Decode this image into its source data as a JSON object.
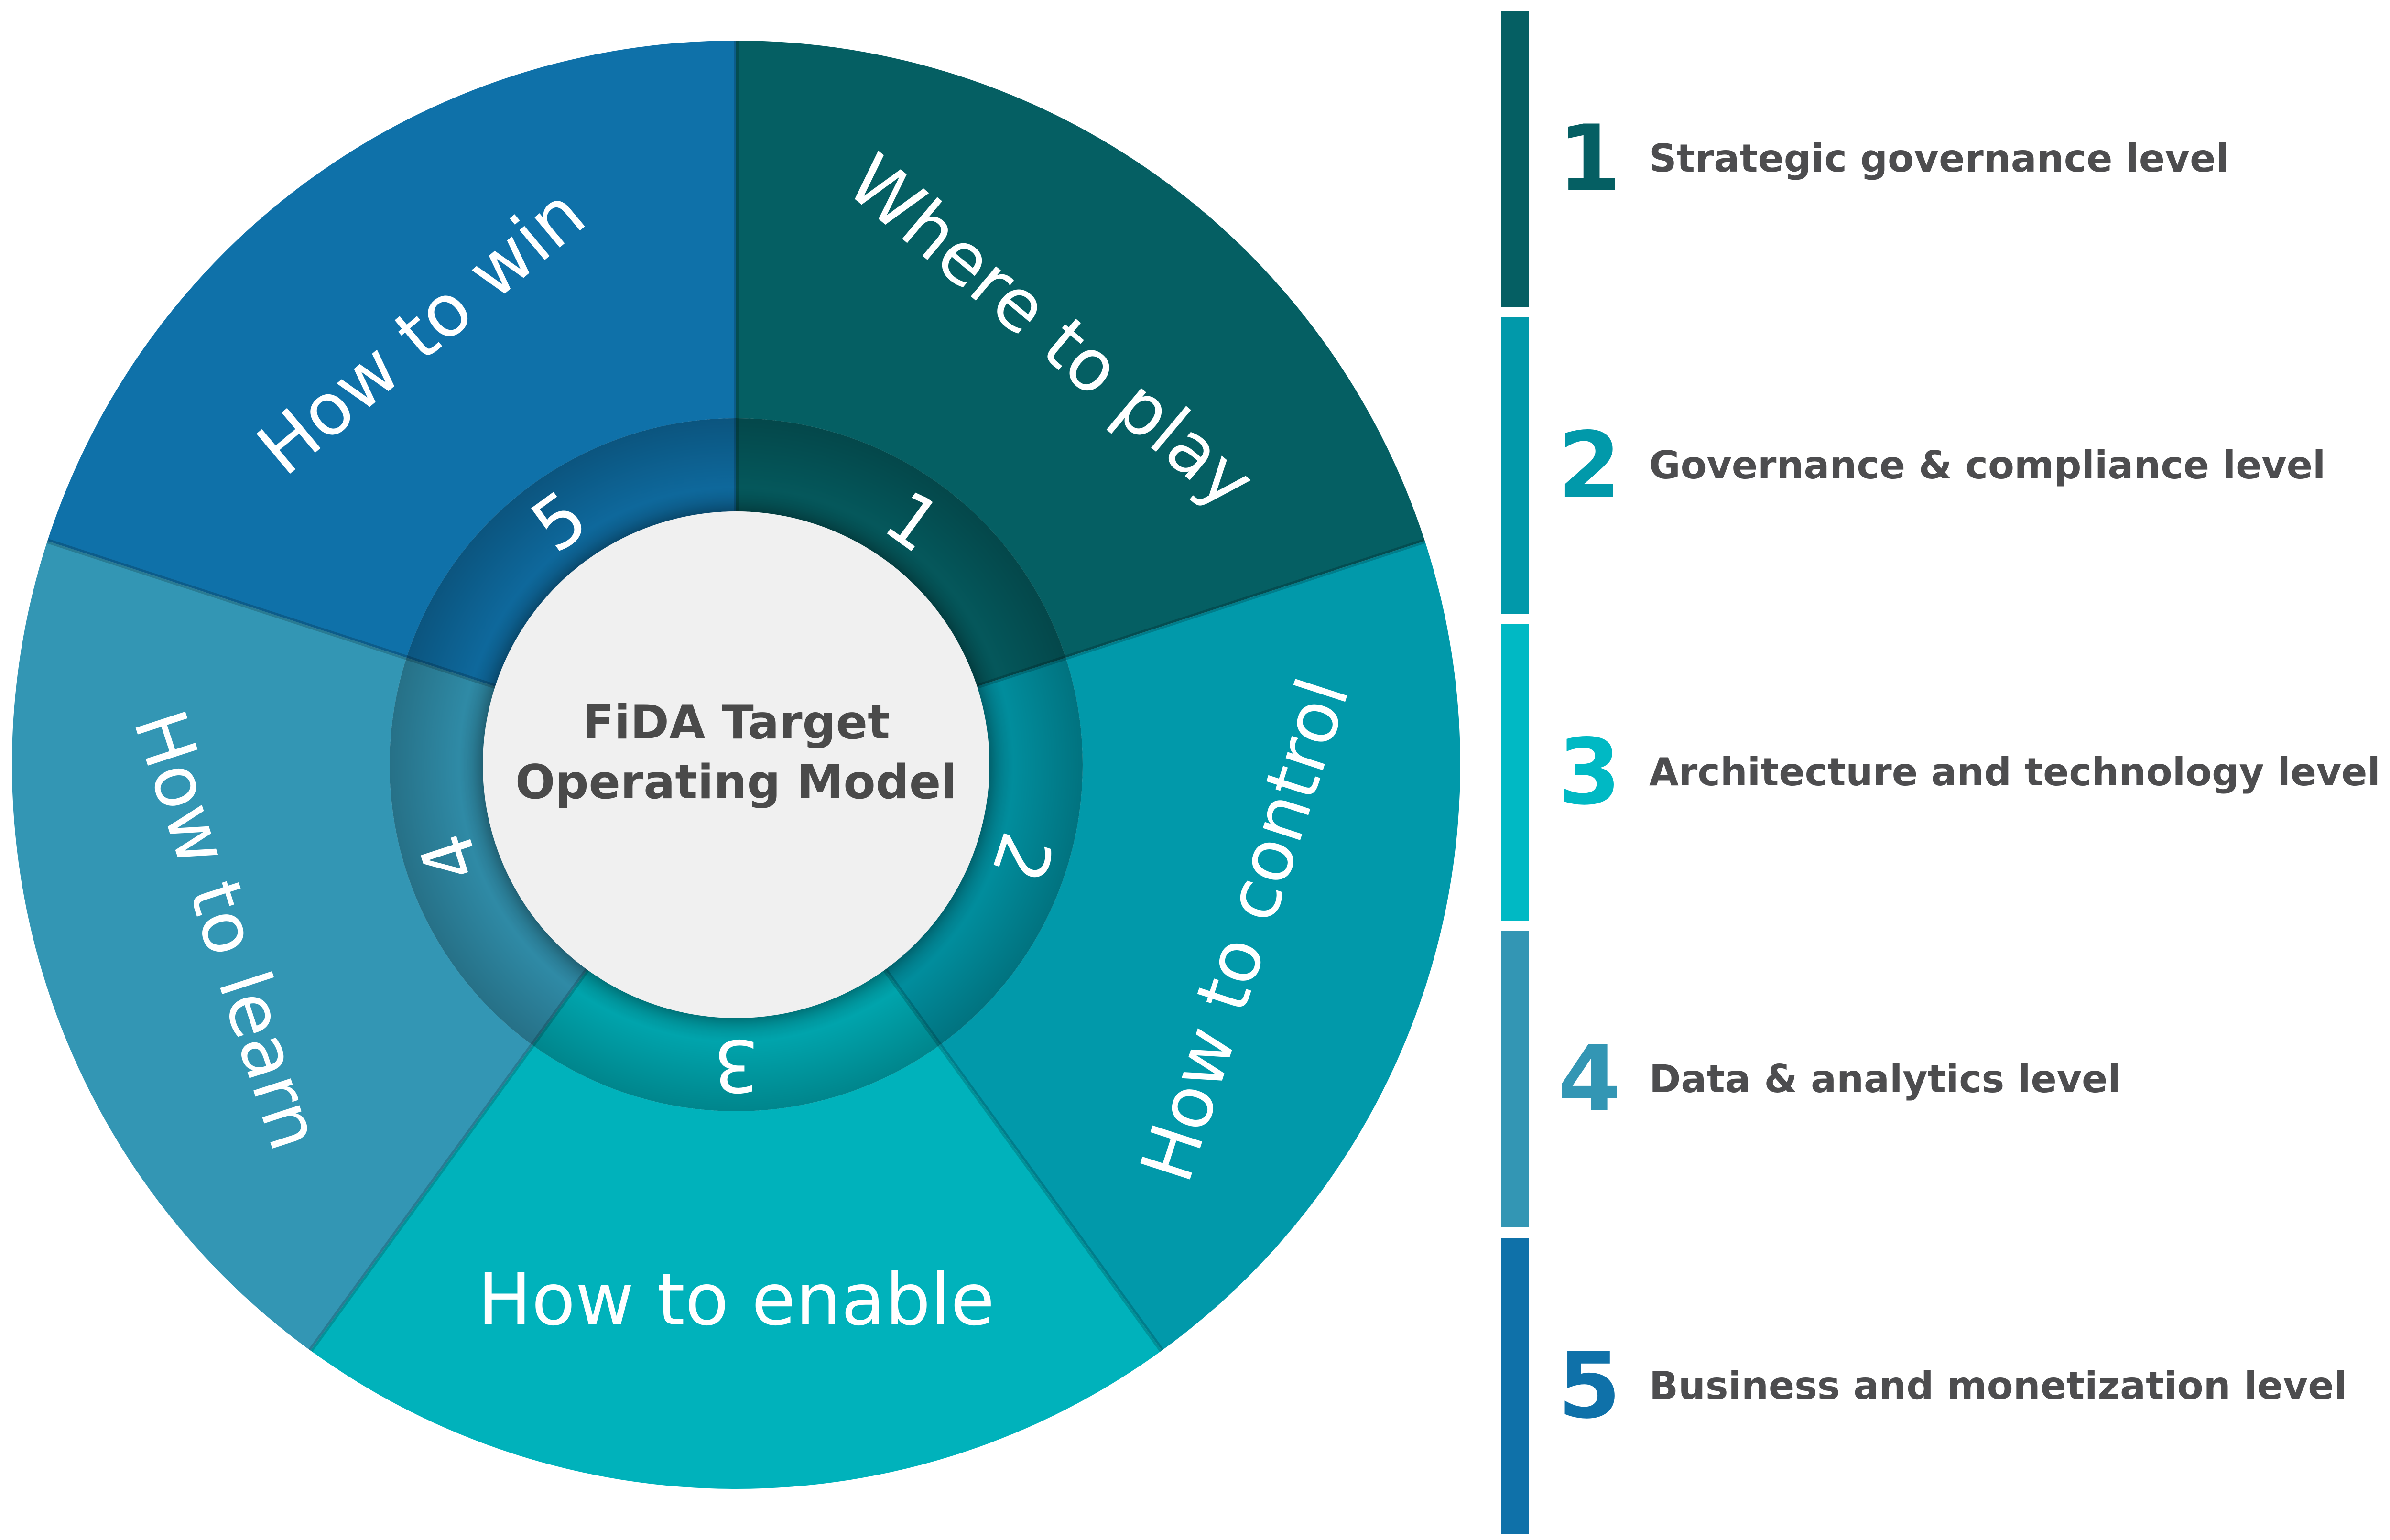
{
  "center": {
    "title_line1": "FiDA Target",
    "title_line2": "Operating Model"
  },
  "segments": [
    {
      "number": "1",
      "label": "Where to play",
      "color": "#055F63"
    },
    {
      "number": "2",
      "label": "How to control",
      "color": "#0199AA"
    },
    {
      "number": "3",
      "label": "How to enable",
      "color": "#00B2BB"
    },
    {
      "number": "4",
      "label": "How to learn",
      "color": "#3396B4"
    },
    {
      "number": "5",
      "label": "How to win",
      "color": "#0F71A9"
    }
  ],
  "legend": [
    {
      "number": "1",
      "label": "Strategic governance level",
      "color": "#055F63"
    },
    {
      "number": "2",
      "label": "Governance & compliance level",
      "color": "#0199AA"
    },
    {
      "number": "3",
      "label": "Architecture and technology level",
      "color": "#00B9C4"
    },
    {
      "number": "4",
      "label": "Data & analytics level",
      "color": "#3396B4"
    },
    {
      "number": "5",
      "label": "Business and monetization level",
      "color": "#0F71A9"
    }
  ]
}
